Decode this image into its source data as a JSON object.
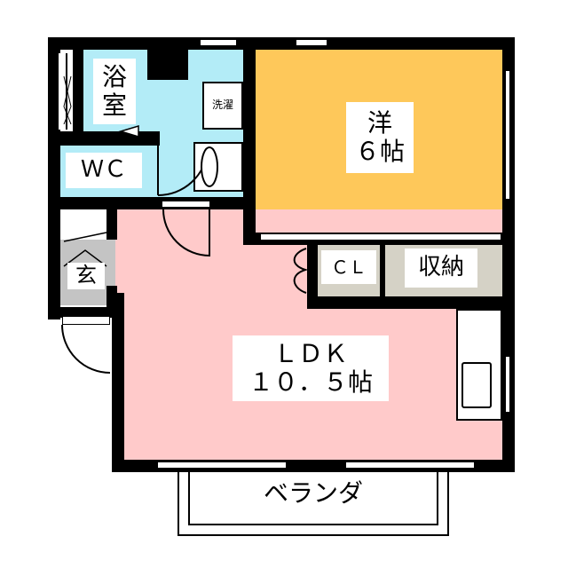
{
  "floorplan": {
    "rooms": {
      "bath": {
        "label_line1": "浴",
        "label_line2": "室",
        "color": "#b3ecf7"
      },
      "wc": {
        "label": "ＷＣ",
        "color": "#b3ecf7"
      },
      "washroom": {
        "washer_label": "洗濯",
        "color": "#b3ecf7"
      },
      "western": {
        "label_line1": "洋",
        "label_line2": "６帖",
        "color": "#fec85a"
      },
      "closet": {
        "label": "ＣＬ",
        "color": "#d5d2c6"
      },
      "storage": {
        "label": "収納",
        "color": "#d5d2c6"
      },
      "entrance": {
        "label": "玄",
        "color": "#c4c4c4"
      },
      "ldk": {
        "label_line1": "ＬＤＫ",
        "label_line2": "１０．５帖",
        "color": "#ffcaca"
      },
      "veranda": {
        "label": "ベランダ"
      }
    },
    "wall_color": "#000000"
  }
}
